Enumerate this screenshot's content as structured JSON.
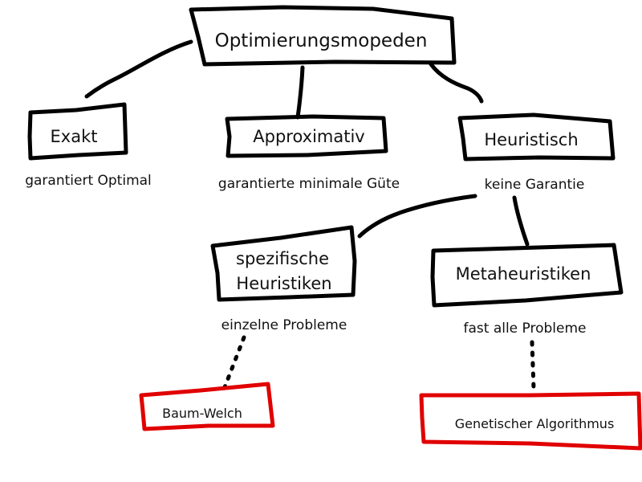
{
  "colors": {
    "ink": "#000000",
    "highlight": "#e00000",
    "background": "#ffffff"
  },
  "root": {
    "label": "Optimierungsmopeden"
  },
  "categories": [
    {
      "label": "Exakt",
      "description": "garantiert Optimal"
    },
    {
      "label": "Approximativ",
      "description": "garantierte minimale Güte"
    },
    {
      "label": "Heuristisch",
      "description": "keine Garantie"
    }
  ],
  "heuristics": [
    {
      "label_line1": "spezifische",
      "label_line2": "Heuristiken",
      "description": "einzelne Probleme"
    },
    {
      "label": "Metaheuristiken",
      "description": "fast alle Probleme"
    }
  ],
  "examples": [
    {
      "label": "Baum-Welch"
    },
    {
      "label": "Genetischer Algorithmus"
    }
  ]
}
